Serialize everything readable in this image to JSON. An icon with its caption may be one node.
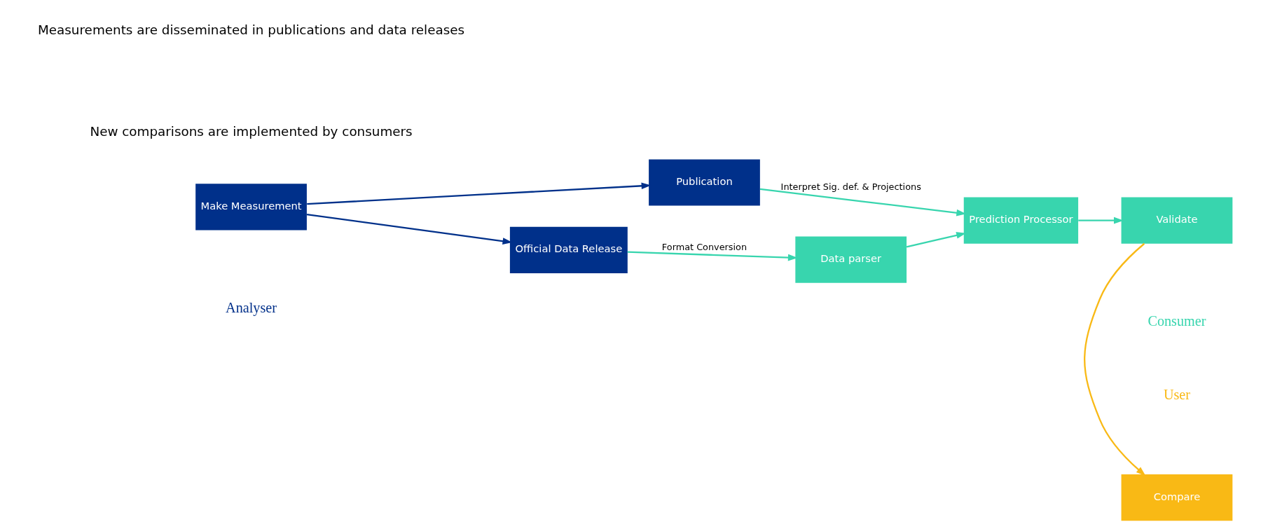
{
  "diagram": {
    "nodes": [
      {
        "text": [
          "Make Measurement"
        ]
      },
      {
        "text": [
          "Publication"
        ]
      },
      {
        "text": [
          "Official Data Release"
        ]
      },
      {
        "text": [
          "Prediction Processor"
        ]
      },
      {
        "text": [
          "Data parser"
        ]
      },
      {
        "text": [
          "Validate"
        ]
      },
      {
        "text": [
          "Compare"
        ]
      }
    ],
    "edges": [
      {
        "from": 0,
        "to": 1,
        "arrow": "to",
        "color": "#00308a"
      },
      {
        "from": 0,
        "to": 2,
        "arrow": "to",
        "color": "#00308a"
      },
      {
        "from": 1,
        "to": 3,
        "arrow": "to",
        "label": "Interpret Sig. def. & Projections"
      },
      {
        "from": 2,
        "to": 4,
        "arrow": "to",
        "label": "Format Conversion"
      },
      {
        "from": 4,
        "to": 3,
        "arrow": "to"
      },
      {
        "from": 3,
        "to": 5,
        "arrow": "to"
      },
      {
        "from": 5,
        "to": 6,
        "arrow": "to",
        "color": "#f9b915"
      }
    ],
    "labels": [
      "Measurements are disseminated in publications and data releases",
      "New comparisons are implemented by consumers",
      "User",
      "Analyser",
      "Consumer"
    ]
  }
}
